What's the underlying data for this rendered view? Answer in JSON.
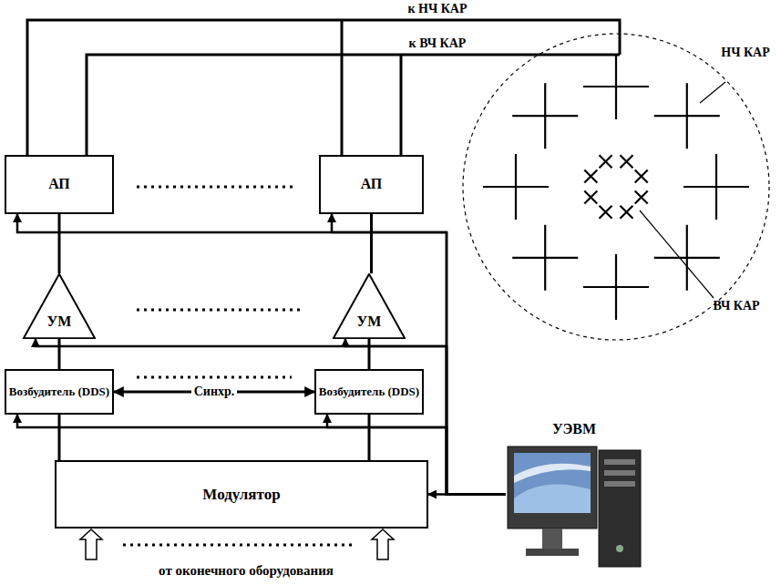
{
  "diagram": {
    "nodes": [
      {
        "text": [
          "АП"
        ]
      },
      {
        "text": [
          "АП"
        ]
      },
      {
        "text": [
          "УМ"
        ]
      },
      {
        "text": [
          "УМ"
        ]
      },
      {
        "text": [
          "Возбудитель (DDS)"
        ]
      },
      {
        "text": [
          "Возбудитель (DDS)"
        ]
      },
      {
        "text": [
          "Модулятор"
        ]
      },
      {
        "text": [
          "УЭВМ"
        ]
      }
    ],
    "edges": [
      {
        "from": 2,
        "to": 0,
        "arrow": "none"
      },
      {
        "from": 3,
        "to": 1,
        "arrow": "none"
      },
      {
        "from": 4,
        "to": 2,
        "arrow": "none"
      },
      {
        "from": 5,
        "to": 3,
        "arrow": "none"
      },
      {
        "from": 6,
        "to": 4,
        "arrow": "none"
      },
      {
        "from": 6,
        "to": 5,
        "arrow": "none"
      },
      {
        "from": 4,
        "to": 5,
        "label": "Синхр.",
        "arrow": "both"
      },
      {
        "from": 7,
        "to": 6,
        "arrow": "to"
      },
      {
        "from": 7,
        "to": 0,
        "arrow": "to"
      },
      {
        "from": 7,
        "to": 1,
        "arrow": "to"
      },
      {
        "from": 7,
        "to": 2,
        "arrow": "to"
      },
      {
        "from": 7,
        "to": 3,
        "arrow": "to"
      },
      {
        "from": 7,
        "to": 4,
        "arrow": "to"
      },
      {
        "from": 7,
        "to": 5,
        "arrow": "to"
      }
    ],
    "labels": [
      "к НЧ КАР",
      "к ВЧ КАР",
      "НЧ КАР",
      "ВЧ КАР",
      "от оконечного оборудования"
    ]
  }
}
